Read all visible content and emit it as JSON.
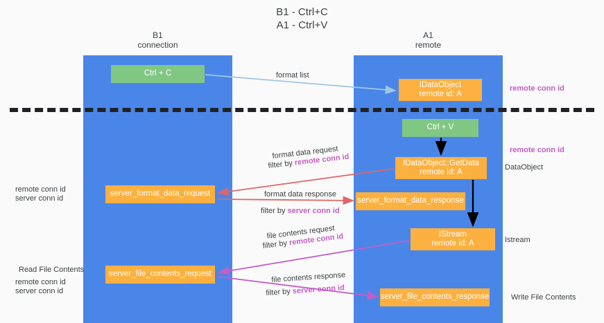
{
  "title": {
    "line1": "B1 - Ctrl+C",
    "line2": "A1 - Ctrl+V"
  },
  "lanes": [
    {
      "id": "b1",
      "name": "B1",
      "sub": "connection",
      "color": "#4a86e8"
    },
    {
      "id": "a1",
      "name": "A1",
      "sub": "remote",
      "color": "#4a86e8"
    }
  ],
  "nodes": {
    "ctrl_c": {
      "line1": "Ctrl + C",
      "line2": "",
      "color": "#81c784"
    },
    "idataobject": {
      "line1": "IDataObject",
      "line2": "remote id: A",
      "color": "#fbb040"
    },
    "ctrl_v": {
      "line1": "Ctrl + V",
      "line2": "",
      "color": "#81c784"
    },
    "getdata": {
      "line1": "IDataObject::GetData",
      "line2": "remote id: A",
      "color": "#fbb040"
    },
    "format_data_request": {
      "line1": "server_format_data_request",
      "line2": "",
      "color": "#fbb040"
    },
    "format_data_response": {
      "line1": "server_format_data_response",
      "line2": "",
      "color": "#fbb040"
    },
    "istream": {
      "line1": "IStream",
      "line2": "remote id: A",
      "color": "#fbb040"
    },
    "file_contents_request": {
      "line1": "server_file_contents_request",
      "line2": "",
      "color": "#fbb040"
    },
    "file_contents_response": {
      "line1": "server_file_contents_response",
      "line2": "",
      "color": "#fbb040"
    }
  },
  "edge_labels": {
    "format_list": "format list",
    "format_data_request": "format data request",
    "format_data_request_filter_prefix": "filter by ",
    "format_data_request_filter_key": "remote conn id",
    "format_data_response": "format data response",
    "format_data_response_filter_prefix": "filter by ",
    "format_data_response_filter_key": "server conn id",
    "file_contents_request": "file contents request",
    "file_contents_request_filter_prefix": "filter by ",
    "file_contents_request_filter_key": "remote conn id",
    "file_contents_response": "file contents response",
    "file_contents_response_filter_prefix": "filter by ",
    "file_contents_response_filter_key": "server conn id"
  },
  "side_labels": {
    "right_remote_conn_id_top": "remote conn id",
    "right_remote_conn_id_mid": "remote conn id",
    "right_dataobject": "DataObject",
    "right_istream": "Istream",
    "right_write_file_contents": "Write File Contents",
    "left_remote_conn_id_1": "remote conn id",
    "left_server_conn_id_1": "server conn id",
    "left_read_file_contents": "Read File Contents",
    "left_remote_conn_id_2": "remote conn id",
    "left_server_conn_id_2": "server conn id"
  },
  "colors": {
    "lane": "#4a86e8",
    "green_node": "#81c784",
    "orange_node": "#fbb040",
    "purple_text": "#c45ec4",
    "green_text": "#6aa84f",
    "divider": "#202124",
    "arrow_blue": "#9fc5e8",
    "arrow_red": "#e06666",
    "arrow_magenta": "#c45ec4",
    "arrow_black": "#000000",
    "background": "#fafafa"
  }
}
